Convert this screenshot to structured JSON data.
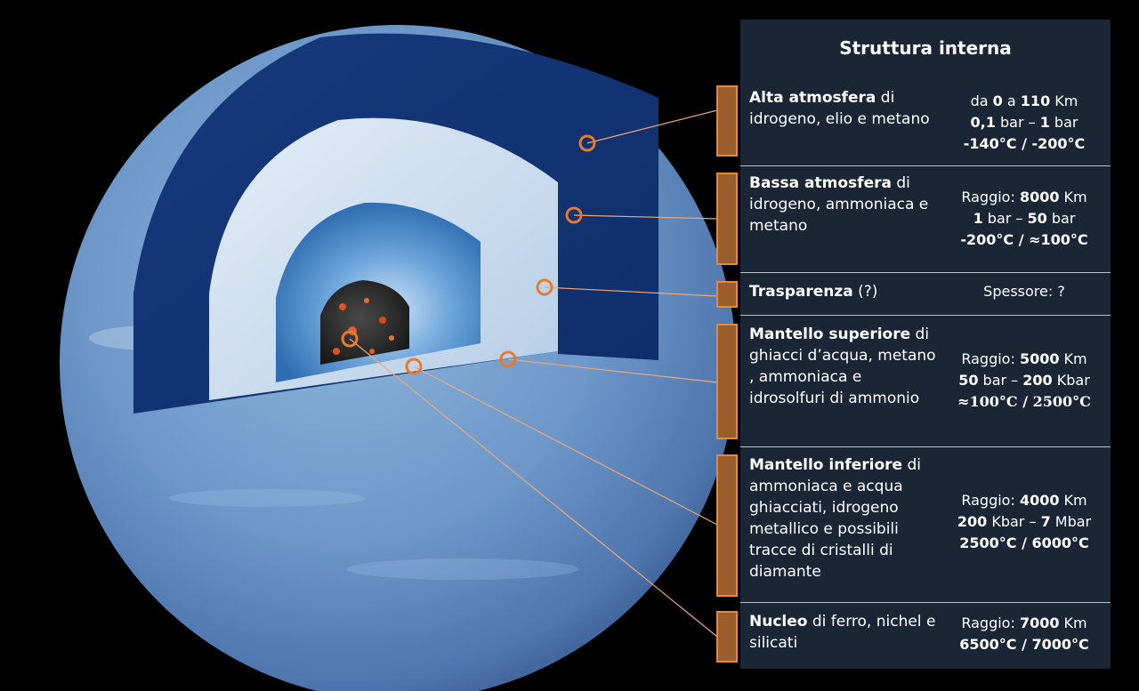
{
  "title": "Struttura interna",
  "layers": [
    {
      "name": "Alta atmosfera",
      "desc": " di idrogeno, elio e metano",
      "v": [
        [
          "da ",
          "0",
          " a ",
          "110",
          " Km"
        ],
        [
          "",
          "0,1",
          " bar – ",
          "1",
          " bar"
        ],
        [
          "",
          "-140°C / -200°C",
          "",
          "",
          ""
        ]
      ]
    },
    {
      "name": "Bassa  atmosfera",
      "desc": " di idrogeno, ammoniaca e metano",
      "v": [
        [
          "Raggio: ",
          "8000",
          " Km",
          "",
          ""
        ],
        [
          "",
          "1",
          " bar – ",
          "50",
          " bar"
        ],
        [
          "",
          "-200°C / ≈100°C",
          "",
          "",
          ""
        ]
      ]
    },
    {
      "name": "Trasparenza",
      "desc": "  (?)",
      "v": [
        [
          "Spessore:  ?",
          "",
          "",
          "",
          ""
        ]
      ]
    },
    {
      "name": "Mantello superiore",
      "desc": " di ghiacci  d’acqua, metano , ammoniaca e idrosolfuri di ammonio",
      "v": [
        [
          "Raggio: ",
          "5000",
          " Km",
          "",
          ""
        ],
        [
          "",
          "50",
          " bar – ",
          "200",
          " Kbar"
        ],
        [
          "",
          "≈100°C / 2500°C",
          "",
          "",
          ""
        ]
      ]
    },
    {
      "name": "Mantello inferiore",
      "desc": " di ammoniaca e acqua ghiacciati, idrogeno metallico e possibili tracce di cristalli di diamante",
      "v": [
        [
          "Raggio: ",
          "4000",
          " Km",
          "",
          ""
        ],
        [
          "",
          "200",
          " Kbar – ",
          "7",
          " Mbar"
        ],
        [
          "",
          "2500°C / 6000°C",
          "",
          "",
          ""
        ]
      ]
    },
    {
      "name": "Nucleo",
      "desc": "  di ferro, nichel e silicati",
      "v": [
        [
          "Raggio: ",
          "7000",
          " Km",
          "",
          ""
        ],
        [
          "",
          "6500°C / 7000°C",
          "",
          "",
          ""
        ]
      ]
    }
  ]
}
